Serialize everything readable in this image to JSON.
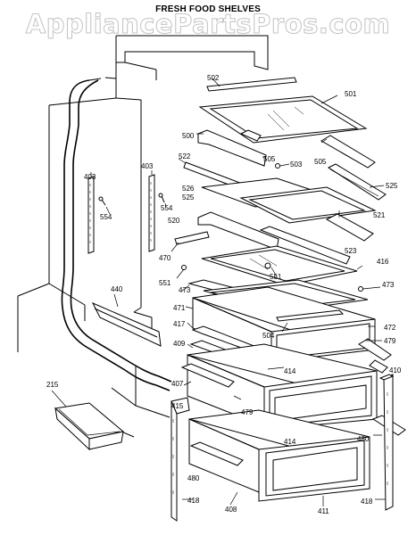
{
  "watermark": "AppliancePartsPros.com",
  "title": "FRESH FOOD SHELVES",
  "callouts": {
    "c502": "502",
    "c501": "501",
    "c500": "500",
    "c505": "505",
    "c503": "503",
    "c522": "522",
    "c526": "526",
    "c525": "525",
    "c521": "521",
    "c520": "520",
    "c523": "523",
    "c470": "470",
    "c416": "416",
    "c551": "551",
    "c473": "473",
    "c471": "471",
    "c417": "417",
    "c504": "504",
    "c472": "472",
    "c409": "409",
    "c479": "479",
    "c414": "414",
    "c410": "410",
    "c407": "407",
    "c415": "415",
    "c480": "480",
    "c418": "418",
    "c408": "408",
    "c411": "411",
    "c403": "403",
    "c554": "554",
    "c440": "440",
    "c215": "215"
  }
}
